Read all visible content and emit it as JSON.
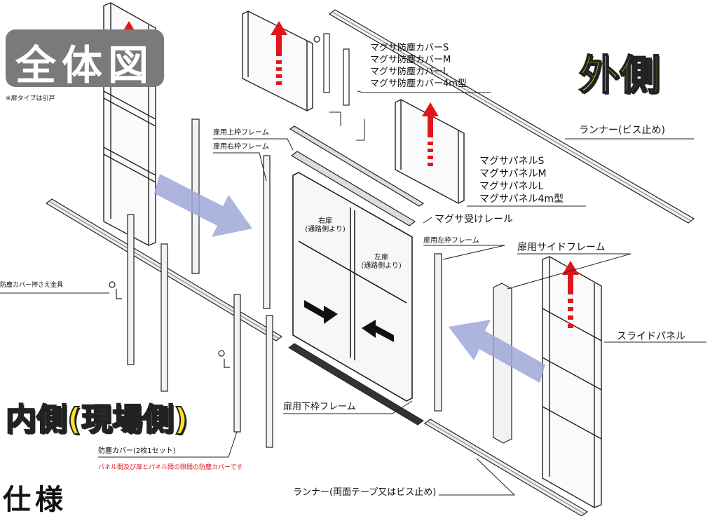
{
  "title_badge": "全体図",
  "door_note": "※扉タイプは引戸",
  "outer_side": "外側",
  "inner_side": "内側(現場側)",
  "spec_heading": "仕様",
  "labels": {
    "cover_s": "マグサ防塵カバーS",
    "cover_m": "マグサ防塵カバーM",
    "cover_l": "マグサ防塵カバーL",
    "cover_4m": "マグサ防塵カバー4m型",
    "runner_screw": "ランナー(ビス止め)",
    "door_top_frame": "扉用上枠フレーム",
    "door_right_frame": "扉用右枠フレーム",
    "panel_s": "マグサパネルS",
    "panel_m": "マグサパネルM",
    "panel_l": "マグサパネルL",
    "panel_4m": "マグサパネル4m型",
    "receive_rail": "マグサ受けレール",
    "door_left_frame": "扉用左枠フレーム",
    "door_side_frame": "扉用サイドフレーム",
    "slide_panel": "スライドパネル",
    "cover_fitting": "防塵カバー押さえ金具",
    "door_bottom_frame": "扉用下枠フレーム",
    "dust_cover": "防塵カバー(2枚1セット)",
    "dust_cover_note": "パネル間及び扉とパネル間の隙間の防塵カバーです",
    "runner_tape": "ランナー(両面テープ又はビス止め)",
    "right_door": "右扉\n(通路側より)",
    "left_door": "左扉\n(通路側より)"
  },
  "colors": {
    "accent_red": "#e1161b",
    "arrow_blue": "#9fa8d8",
    "badge_gray": "#7a7a7a",
    "title_yellow": "#ffe31a"
  }
}
